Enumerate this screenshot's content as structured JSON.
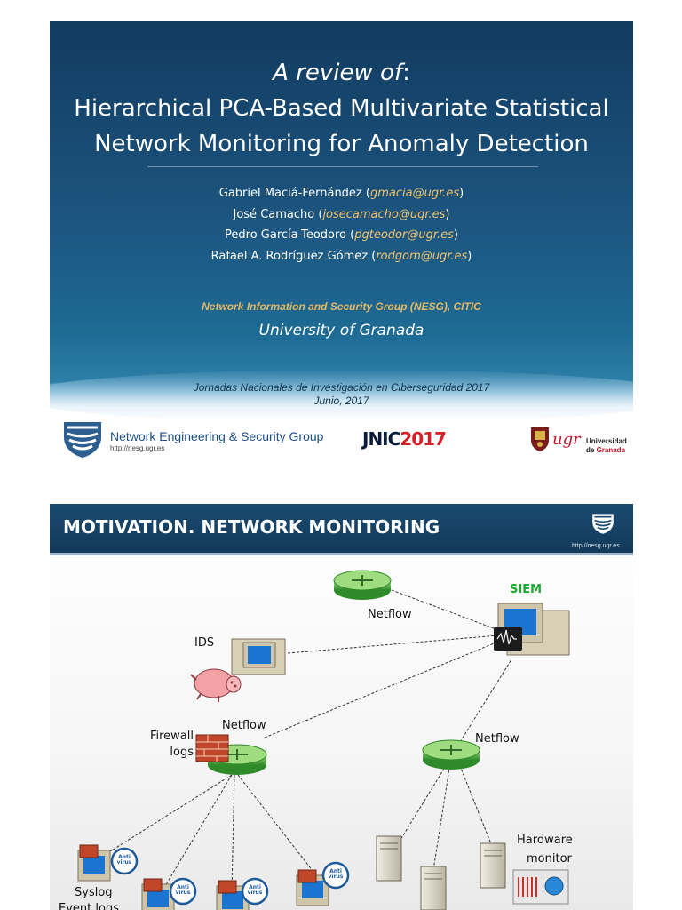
{
  "slide1": {
    "title_review": "A review of",
    "title_colon": ":",
    "title_line2": "Hierarchical PCA-Based Multivariate Statistical",
    "title_line3": "Network Monitoring for Anomaly Detection",
    "authors": [
      {
        "name": "Gabriel Maciá-Fernández",
        "email": "gmacia@ugr.es"
      },
      {
        "name": "José Camacho",
        "email": "josecamacho@ugr.es"
      },
      {
        "name": "Pedro García-Teodoro",
        "email": "pgteodor@ugr.es"
      },
      {
        "name": "Rafael A. Rodríguez Gómez",
        "email": "rodgom@ugr.es"
      }
    ],
    "group": "Network Information and Security Group (NESG), CITIC",
    "university": "University of Granada",
    "conference": "Jornadas Nacionales de Investigación en Ciberseguridad 2017",
    "date": "Junio, 2017",
    "footer": {
      "nesg_name": "Network Engineering & Security Group",
      "nesg_url": "http://nesg.ugr.es",
      "jnic_a": "JNIC",
      "jnic_b": "2017",
      "ugr_logo": "ugr",
      "ugr_line1": "Universidad",
      "ugr_line2a": "de ",
      "ugr_line2b": "Granada"
    }
  },
  "slide2": {
    "title": "MOTIVATION. NETWORK MONITORING",
    "url": "http://nesg.ugr.es",
    "labels": {
      "siem": "SIEM",
      "netflow_top": "Netflow",
      "ids": "IDS",
      "netflow_mid": "Netflow",
      "firewall": "Firewall",
      "logs": "logs",
      "netflow_right": "Netflow",
      "hardware": "Hardware",
      "monitor": "monitor",
      "syslog": "Syslog",
      "eventlogs": "Event logs",
      "antivirus": "Anti virus"
    }
  }
}
